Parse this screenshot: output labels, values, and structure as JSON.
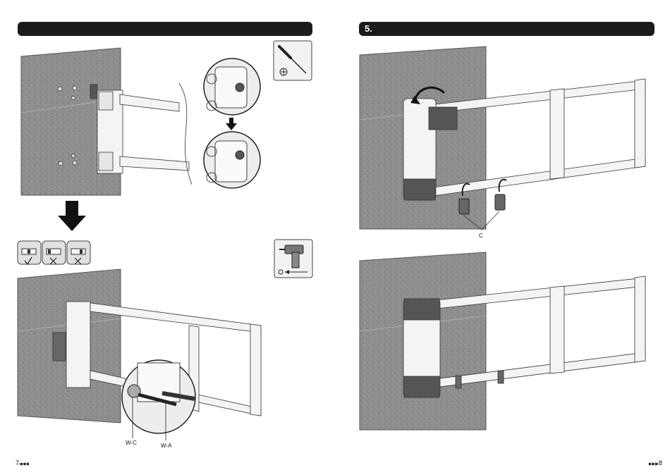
{
  "pages": {
    "left": {
      "page_number": "7",
      "page_arrow": "◀◀◀"
    },
    "right": {
      "page_number": "8",
      "page_arrow": "▶▶▶",
      "step": "5."
    }
  },
  "labels": {
    "part_c": "C",
    "washer": "W-C",
    "anchor": "W-A"
  },
  "icons": [
    "screwdriver-icon",
    "drill-icon",
    "level-check-icon",
    "arrow-down-icon"
  ],
  "colors": {
    "wall": "#8e8e8e",
    "bar": "#1b1b1b",
    "metal": "#f4f4f4",
    "dark_part": "#555555"
  }
}
